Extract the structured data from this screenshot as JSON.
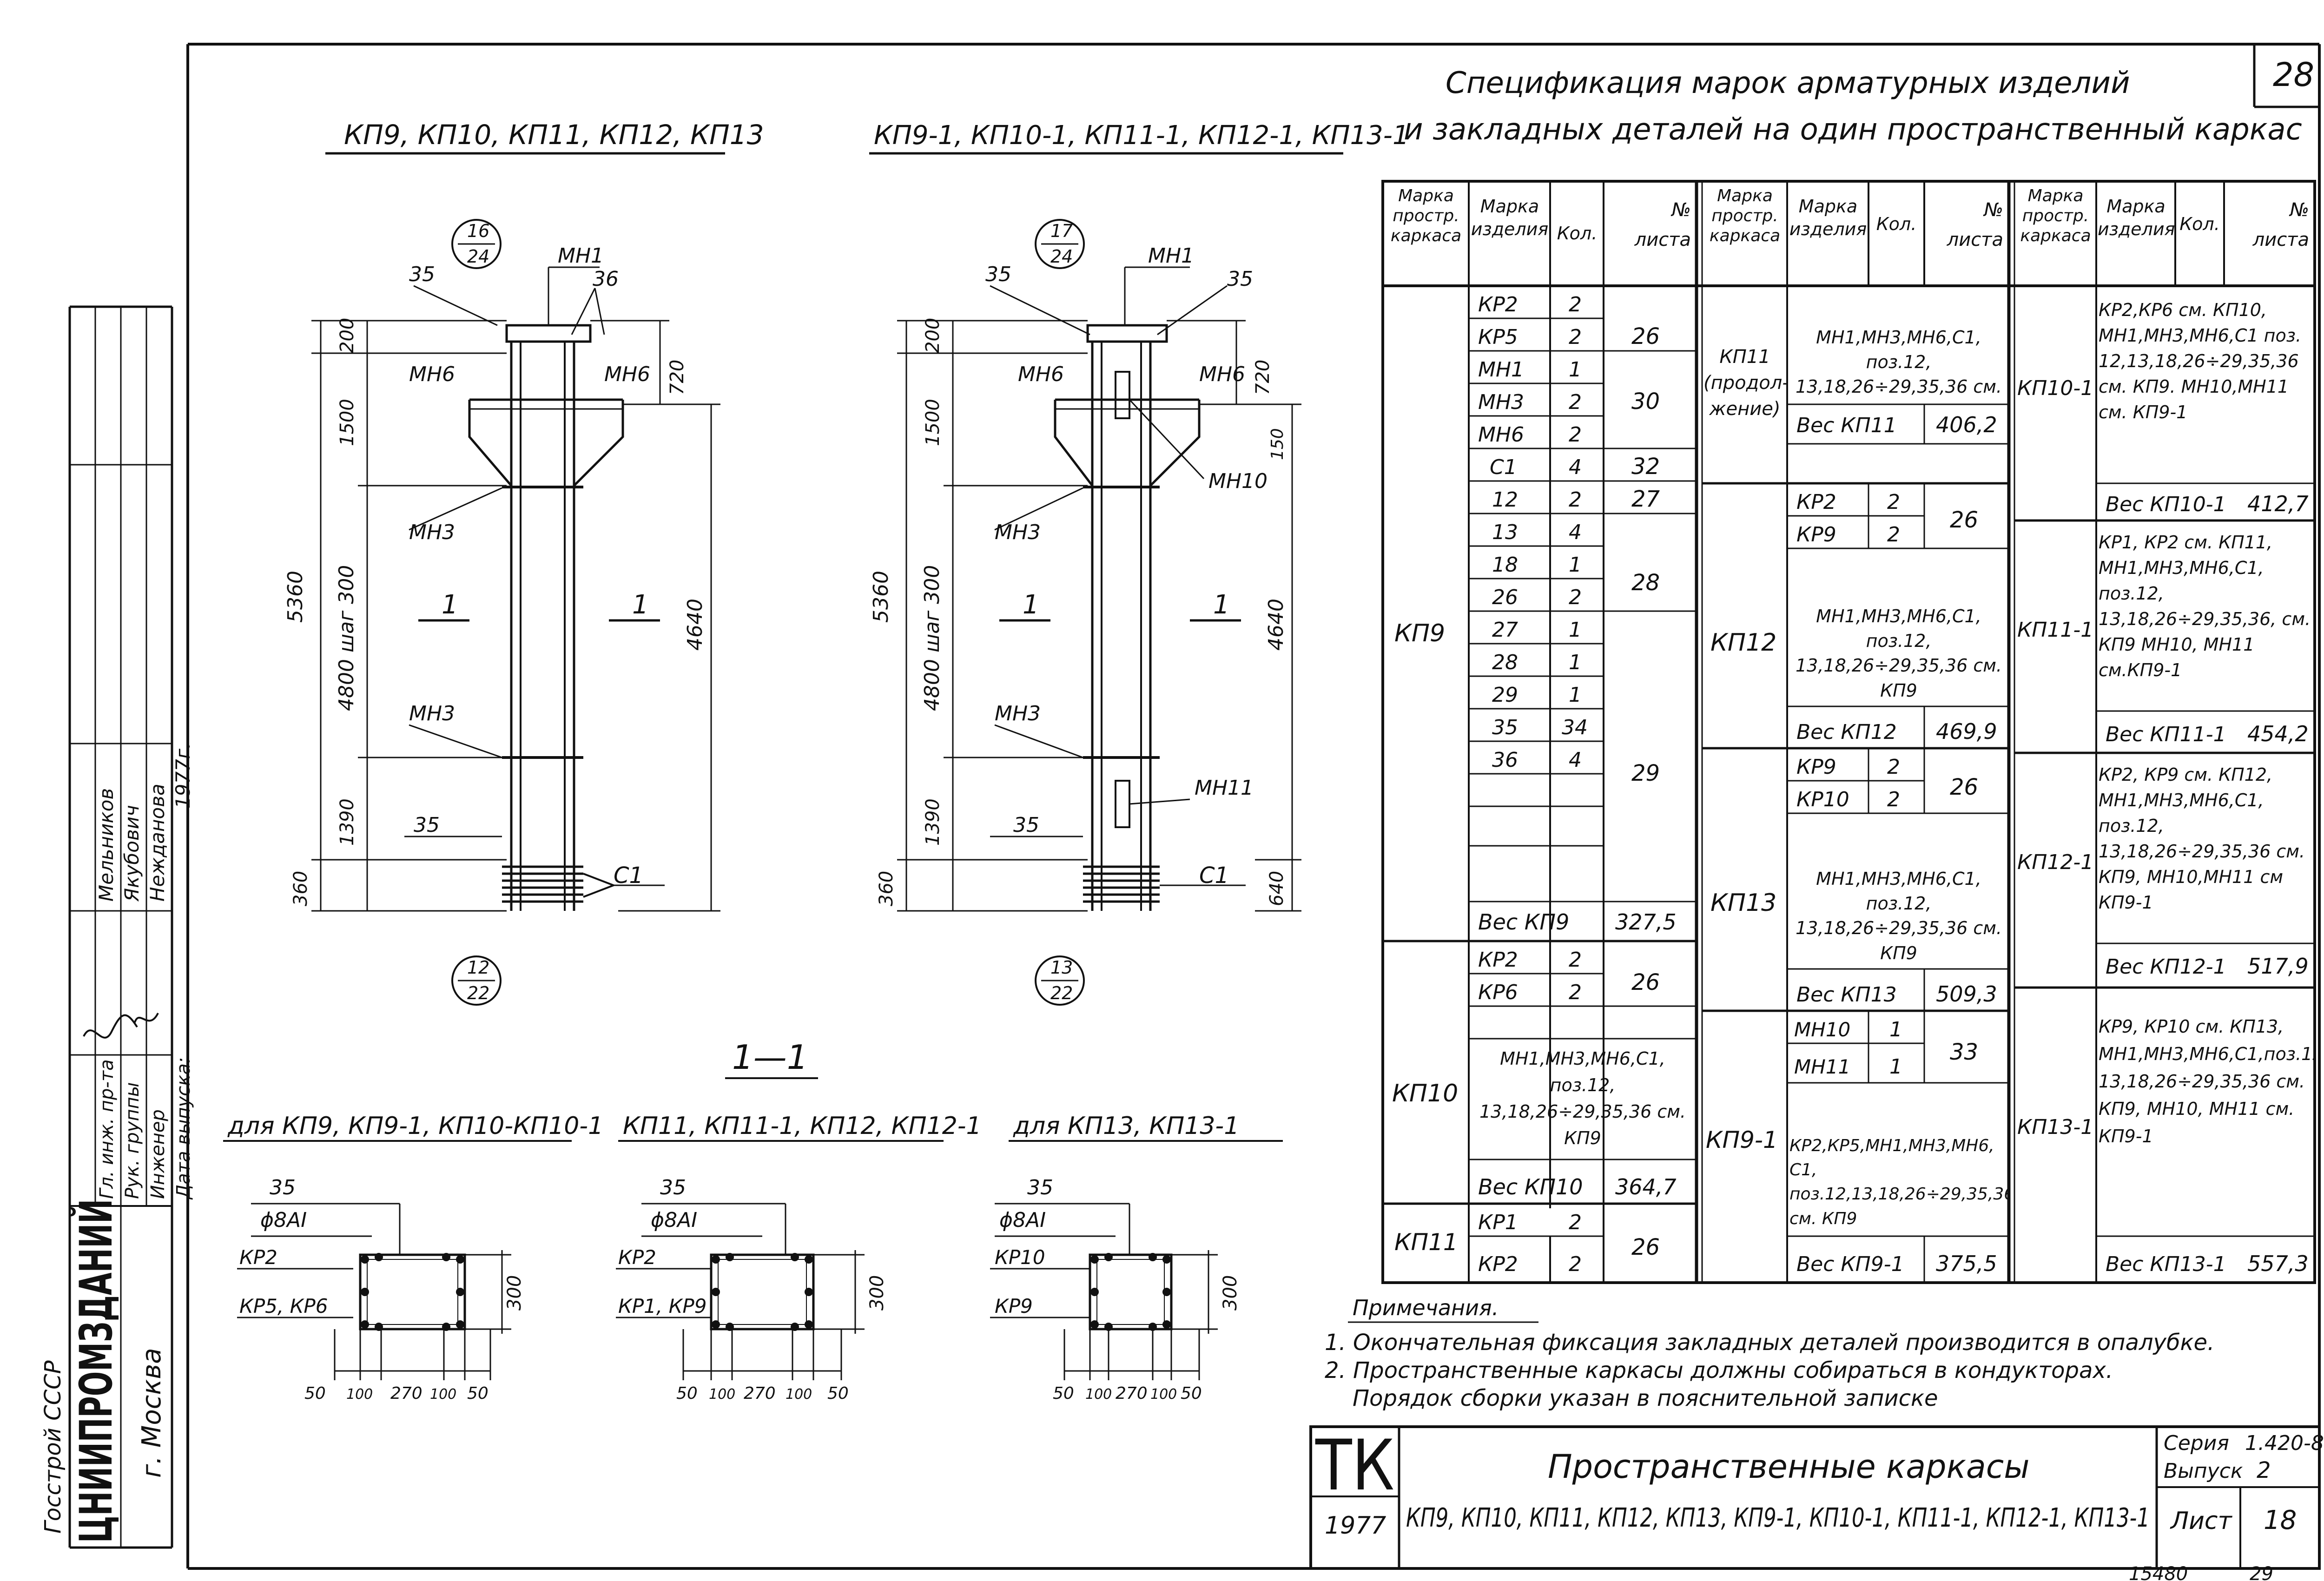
{
  "sheet": {
    "page_number": "28",
    "stamp": "15480",
    "bottom_number": "29"
  },
  "spec_title": {
    "line1": "Спецификация  марок  арматурных  изделий",
    "line2": "и закладных  деталей  на один  пространственный  каркас"
  },
  "drawing_left": {
    "title": "КП9, КП10, КП11, КП12, КП13",
    "bubble_top": [
      "16",
      "24"
    ],
    "bubble_bottom": [
      "12",
      "22"
    ],
    "labels": [
      "35",
      "МН1",
      "36",
      "МН6",
      "МН6",
      "МН3",
      "МН3",
      "35",
      "С1",
      "1",
      "1"
    ],
    "dims": [
      "200",
      "1500",
      "4800 шаг 300",
      "1390",
      "360",
      "5360",
      "720",
      "4640"
    ]
  },
  "drawing_right": {
    "title": "КП9-1, КП10-1, КП11-1, КП12-1, КП13-1",
    "bubble_top": [
      "17",
      "24"
    ],
    "bubble_bottom": [
      "13",
      "22"
    ],
    "labels": [
      "35",
      "МН1",
      "35",
      "МН6",
      "МН6",
      "МН10",
      "МН3",
      "МН3",
      "МН11",
      "35",
      "С1",
      "1",
      "1"
    ],
    "dims": [
      "200",
      "1500",
      "4800 шаг 300",
      "1390",
      "360",
      "5360",
      "720",
      "150",
      "4640",
      "640"
    ]
  },
  "section": {
    "title": "1—1",
    "a": {
      "caption": "для КП9, КП9-1, КП10-КП10-1",
      "l35": "35",
      "rebar": "ϕ8АI",
      "top": "КР2",
      "bottom": "КР5, КР6",
      "h": "300",
      "dims": [
        "50",
        "100",
        "270",
        "100",
        "50"
      ]
    },
    "b": {
      "caption": "КП11, КП11-1, КП12, КП12-1",
      "l35": "35",
      "rebar": "ϕ8АI",
      "top": "КР2",
      "bottom": "КР1, КР9",
      "h": "300",
      "dims": [
        "50",
        "100",
        "270",
        "100",
        "50"
      ]
    },
    "c": {
      "caption": "для КП13, КП13-1",
      "l35": "35",
      "rebar": "ϕ8АI",
      "top": "КР10",
      "bottom": "КР9",
      "h": "300",
      "dims": [
        "50",
        "100",
        "270",
        "100",
        "50"
      ]
    }
  },
  "table_headers": {
    "frame": "Марка простр. каркаса",
    "item": "Марка изделия",
    "qty": "Кол.",
    "sheet": "№ листа"
  },
  "col1": {
    "kp9": {
      "mark": "КП9",
      "rows": [
        [
          "КР2",
          "2"
        ],
        [
          "КР5",
          "2"
        ],
        [
          "МН1",
          "1"
        ],
        [
          "МН3",
          "2"
        ],
        [
          "МН6",
          "2"
        ],
        [
          "С1",
          "4"
        ],
        [
          "12",
          "2"
        ],
        [
          "13",
          "4"
        ],
        [
          "18",
          "1"
        ],
        [
          "26",
          "2"
        ],
        [
          "27",
          "1"
        ],
        [
          "28",
          "1"
        ],
        [
          "29",
          "1"
        ],
        [
          "35",
          "34"
        ],
        [
          "36",
          "4"
        ]
      ],
      "sheets": [
        "26",
        "30",
        "32",
        "27",
        "28",
        "29"
      ],
      "weight_label": "Вес КП9",
      "weight": "327,5"
    },
    "kp10": {
      "mark": "КП10",
      "rows": [
        [
          "КР2",
          "2"
        ],
        [
          "КР6",
          "2"
        ]
      ],
      "sheet": "26",
      "note": "МН1,МН3,МН6,С1, поз.12, 13,18,26÷29,35,36 см. КП9",
      "weight_label": "Вес КП10",
      "weight": "364,7"
    },
    "kp11": {
      "mark": "КП11",
      "rows": [
        [
          "КР1",
          "2"
        ],
        [
          "КР2",
          "2"
        ]
      ],
      "sheet": "26"
    }
  },
  "col2": {
    "kp11c": {
      "mark": "КП11 (продол- жение)",
      "note": "МН1,МН3,МН6,С1, поз.12, 13,18,26÷29,35,36 см. КП9",
      "weight_label": "Вес КП11",
      "weight": "406,2"
    },
    "kp12": {
      "mark": "КП12",
      "rows": [
        [
          "КР2",
          "2"
        ],
        [
          "КР9",
          "2"
        ]
      ],
      "sheet": "26",
      "note": "МН1,МН3,МН6,С1, поз.12, 13,18,26÷29,35,36 см. КП9",
      "weight_label": "Вес КП12",
      "weight": "469,9"
    },
    "kp13": {
      "mark": "КП13",
      "rows": [
        [
          "КР9",
          "2"
        ],
        [
          "КР10",
          "2"
        ]
      ],
      "sheet": "26",
      "note": "МН1,МН3,МН6,С1, поз.12, 13,18,26÷29,35,36 см. КП9",
      "weight_label": "Вес КП13",
      "weight": "509,3"
    },
    "kp9_1": {
      "mark": "КП9-1",
      "rows": [
        [
          "МН10",
          "1"
        ],
        [
          "МН11",
          "1"
        ]
      ],
      "sheet": "33",
      "note": "КР2,КР5,МН1,МН3,МН6, С1, поз.12,13,18,26÷29,35,36 см. КП9",
      "weight_label": "Вес КП9-1",
      "weight": "375,5"
    }
  },
  "col3": {
    "kp10_1": {
      "mark": "КП10-1",
      "note": "КР2,КР6 см. КП10, МН1,МН3,МН6,С1 поз. 12,13,18,26÷29,35,36 см. КП9. МН10,МН11 см. КП9-1",
      "weight_label": "Вес КП10-1",
      "weight": "412,7"
    },
    "kp11_1": {
      "mark": "КП11-1",
      "note": "КР1, КР2 см. КП11, МН1,МН3,МН6,С1, поз.12, 13,18,26÷29,35,36, см. КП9 МН10, МН11 см.КП9-1",
      "weight_label": "Вес КП11-1",
      "weight": "454,2"
    },
    "kp12_1": {
      "mark": "КП12-1",
      "note": "КР2, КР9 см. КП12, МН1,МН3,МН6,С1, поз.12, 13,18,26÷29,35,36 см. КП9, МН10,МН11 см КП9-1",
      "weight_label": "Вес КП12-1",
      "weight": "517,9"
    },
    "kp13_1": {
      "mark": "КП13-1",
      "note": "КР9, КР10 см. КП13, МН1,МН3,МН6,С1,поз.12, 13,18,26÷29,35,36 см. КП9, МН10, МН11 см. КП9-1",
      "weight_label": "Вес КП13-1",
      "weight": "557,3"
    }
  },
  "notes": {
    "heading": "Примечания.",
    "n1": "1. Окончательная фиксация закладных деталей производится в опалубке.",
    "n2": "2. Пространственные каркасы должны собираться в кондукторах.",
    "n3": "Порядок сборки указан в пояснительной записке"
  },
  "title_block": {
    "logo": "ТК",
    "year": "1977",
    "title": "Пространственные каркасы",
    "subtitle": "КП9, КП10, КП11, КП12, КП13, КП9-1, КП10-1, КП11-1, КП12-1, КП13-1",
    "series_label": "Серия",
    "series": "1.420-8",
    "issue_label": "Выпуск",
    "issue": "2",
    "sheet_label": "Лист",
    "sheet": "18"
  },
  "side_stamp": {
    "org": "ЦНИИПРОМЗДАНИЙ",
    "city": "г. Москва",
    "org_top": "Госстрой СССР",
    "roles": [
      "Гл. инж. пр-та",
      "Рук. группы",
      "Инженер",
      "Дата выпуска:"
    ],
    "names": [
      "Мельников",
      "Якубович",
      "Нежданова",
      "1977г."
    ]
  }
}
